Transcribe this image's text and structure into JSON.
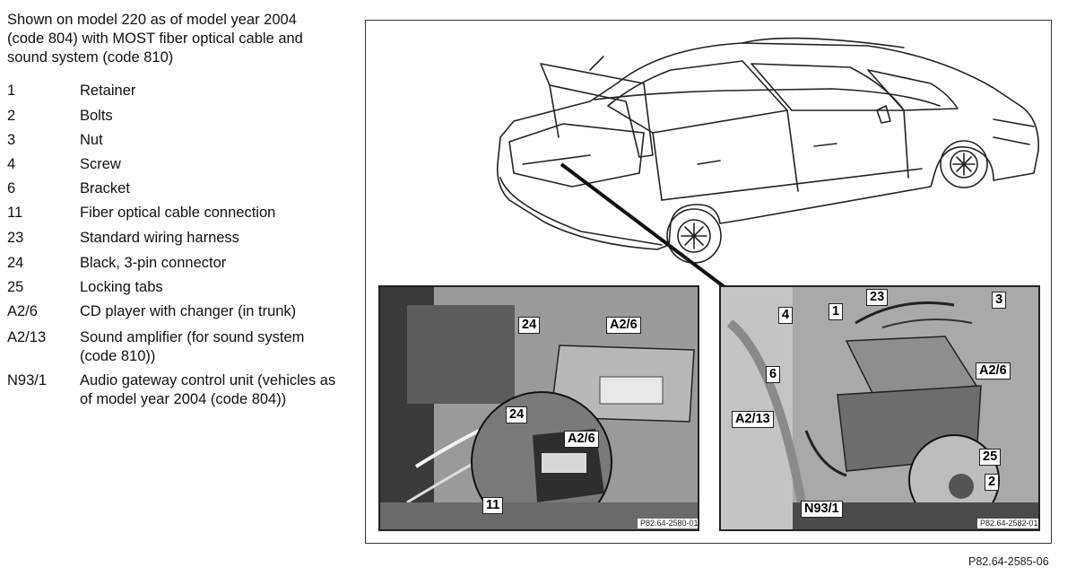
{
  "caption": "Shown on model 220 as of model year 2004 (code 804) with MOST fiber optical cable and sound system (code 810)",
  "legend": [
    {
      "key": "1",
      "desc": "Retainer"
    },
    {
      "key": "2",
      "desc": "Bolts"
    },
    {
      "key": "3",
      "desc": "Nut"
    },
    {
      "key": "4",
      "desc": "Screw"
    },
    {
      "key": "6",
      "desc": "Bracket"
    },
    {
      "key": "11",
      "desc": "Fiber optical cable connection"
    },
    {
      "key": "23",
      "desc": "Standard wiring harness"
    },
    {
      "key": "24",
      "desc": "Black, 3-pin connector"
    },
    {
      "key": "25",
      "desc": "Locking tabs"
    },
    {
      "key": "A2/6",
      "desc": "CD player with changer (in trunk)"
    },
    {
      "key": "A2/13",
      "desc": "Sound amplifier (for sound system (code 810))"
    },
    {
      "key": "N93/1",
      "desc": "Audio gateway control unit (vehicles as of model year 2004 (code 804))"
    }
  ],
  "left_photo": {
    "callouts": [
      "24",
      "A2/6",
      "24",
      "A2/6",
      "11"
    ],
    "ref": "P82.64-2580-01"
  },
  "right_photo": {
    "callouts": [
      "23",
      "3",
      "4",
      "1",
      "6",
      "A2/6",
      "A2/13",
      "25",
      "2",
      "N93/1"
    ],
    "ref": "P82.64-2582-01"
  },
  "figure_ref": "P82.64-2585-06"
}
